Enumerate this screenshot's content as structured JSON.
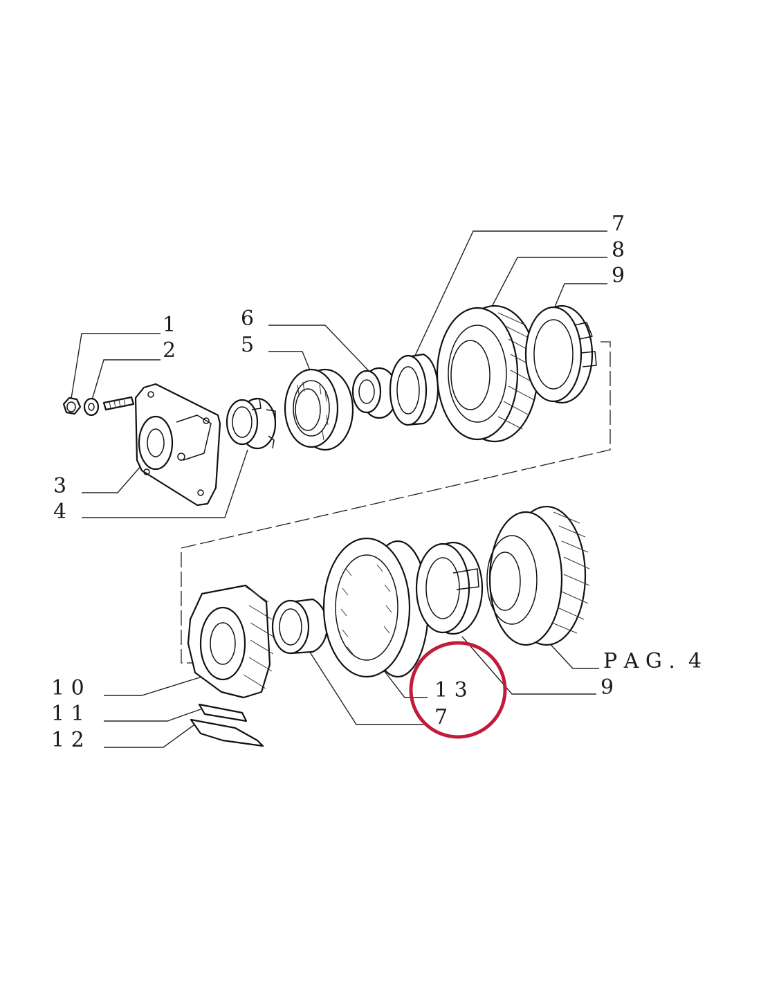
{
  "callouts": {
    "c1": "1",
    "c2": "2",
    "c3": "3",
    "c4": "4",
    "c5": "5",
    "c6": "6",
    "c7_top": "7",
    "c8": "8",
    "c9_top": "9",
    "c10": "1 0",
    "c11": "1 1",
    "c12": "1 2",
    "c13": "1 3",
    "c7_bottom": "7",
    "c9_bottom": "9",
    "pag": "P A G .  4"
  },
  "highlight": {
    "color": "#c21a3a",
    "target": "1 3"
  },
  "icons": {
    "highlight": "red-circle-highlight"
  }
}
